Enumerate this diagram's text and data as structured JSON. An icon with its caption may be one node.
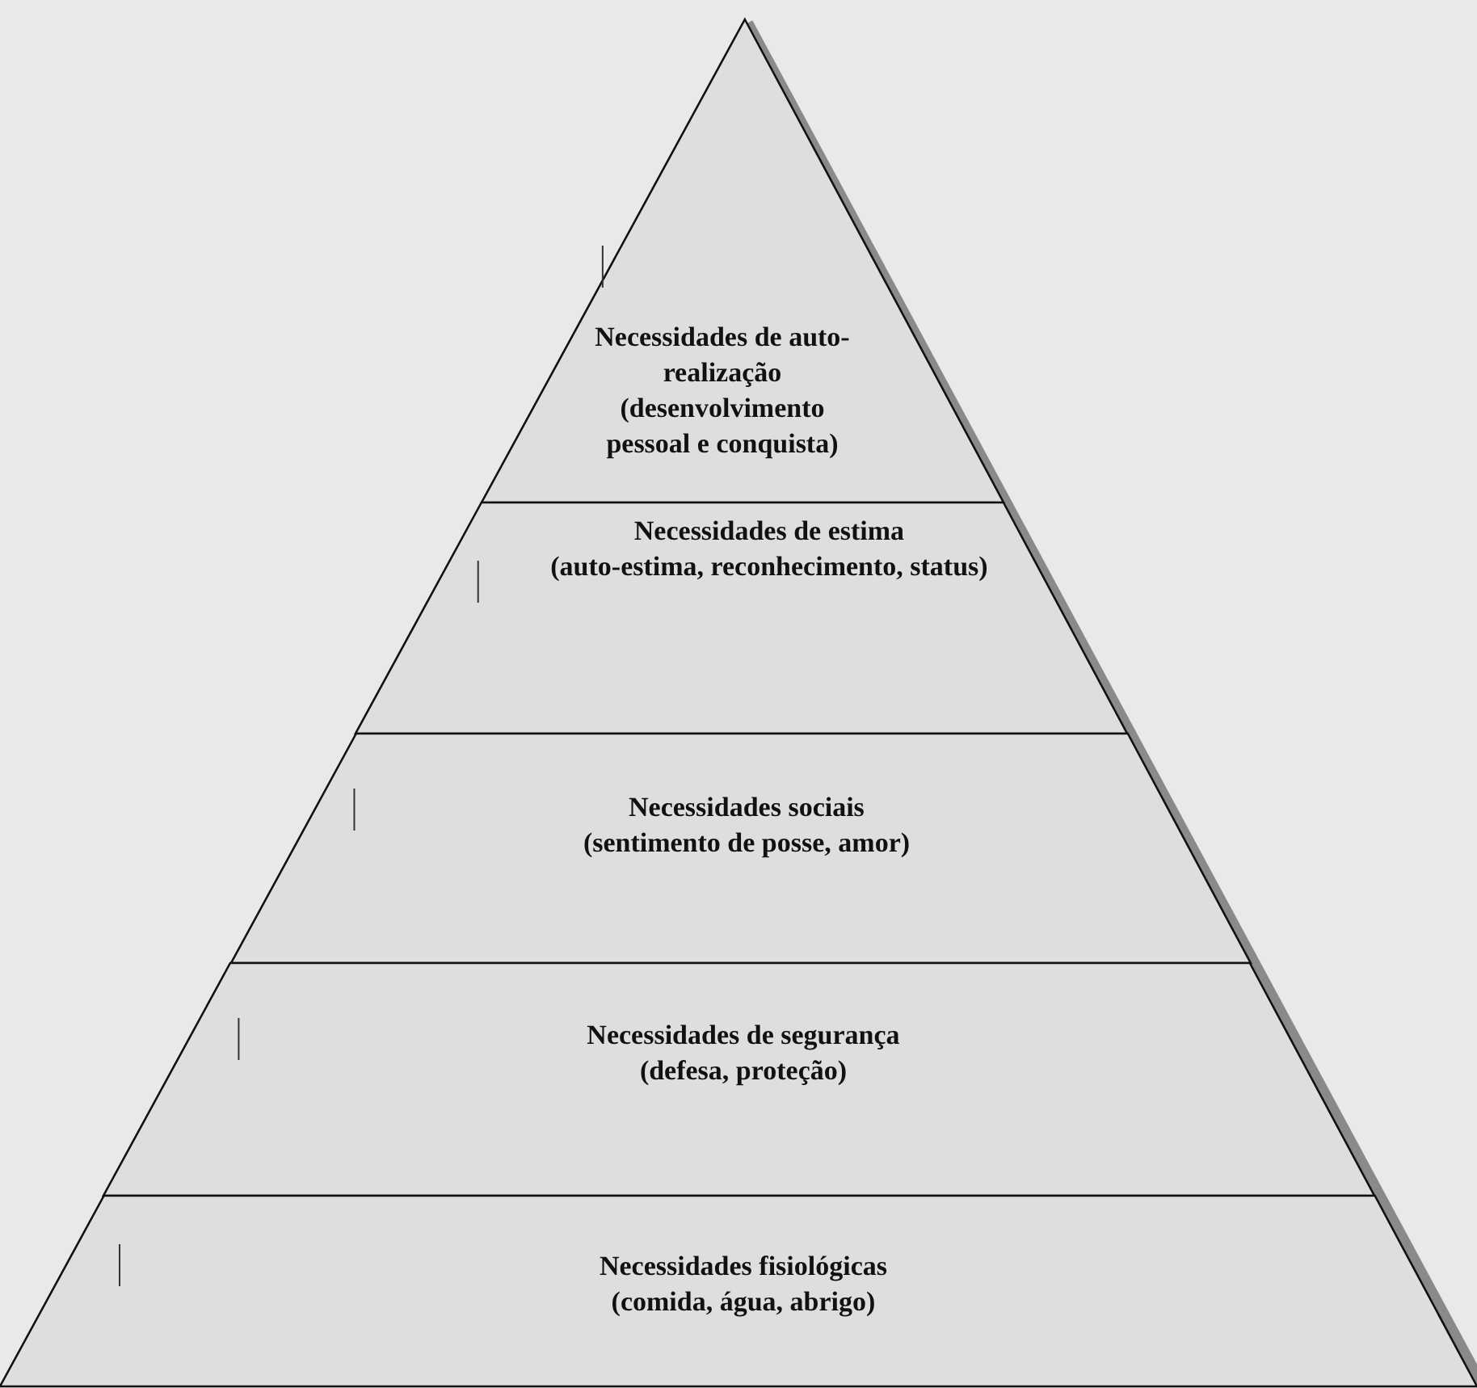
{
  "diagram": {
    "nodes": [
      {
        "text": [
          "Necessidades de auto-realização",
          "(desenvolvimento pessoal e conquista)"
        ]
      },
      {
        "text": [
          "Necessidades de estima",
          "(auto-estima, reconhecimento, status)"
        ]
      },
      {
        "text": [
          "Necessidades sociais",
          "(sentimento de posse, amor)"
        ]
      },
      {
        "text": [
          "Necessidades de segurança",
          "(defesa, proteção)"
        ]
      },
      {
        "text": [
          "Necessidades fisiológicas",
          "(comida, água, abrigo)"
        ]
      }
    ]
  }
}
